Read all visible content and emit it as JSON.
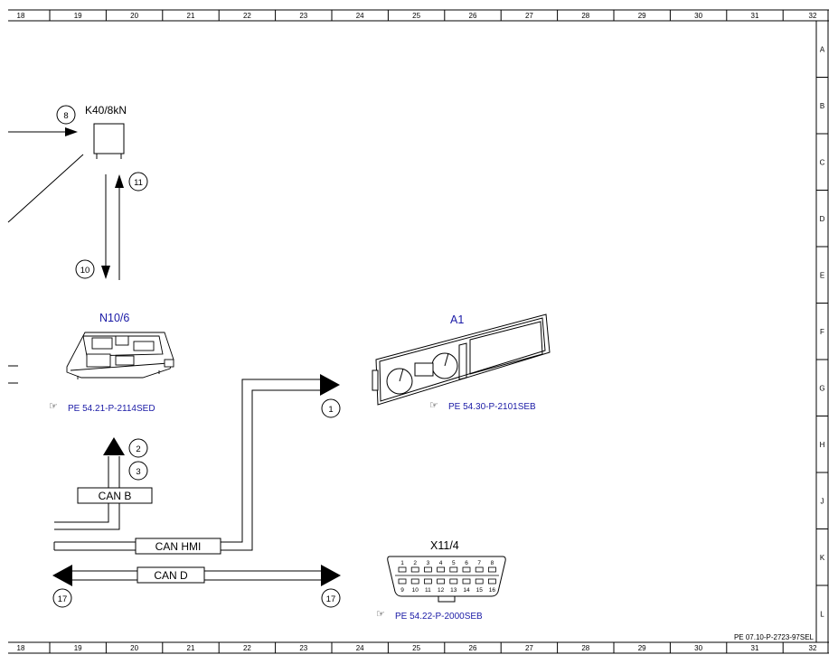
{
  "grid": {
    "columns": [
      "18",
      "19",
      "20",
      "21",
      "22",
      "23",
      "24",
      "25",
      "26",
      "27",
      "28",
      "29",
      "30",
      "31",
      "32"
    ],
    "rows": [
      "A",
      "B",
      "C",
      "D",
      "E",
      "F",
      "G",
      "H",
      "J",
      "K",
      "L"
    ]
  },
  "components": {
    "k40": {
      "label": "K40/8kN"
    },
    "n10": {
      "label": "N10/6",
      "ref": "PE 54.21-P-2114SED"
    },
    "a1": {
      "label": "A1",
      "ref": "PE 54.30-P-2101SEB"
    },
    "x11": {
      "label": "X11/4",
      "ref": "PE 54.22-P-2000SEB",
      "pins_top": [
        "1",
        "2",
        "3",
        "4",
        "5",
        "6",
        "7",
        "8"
      ],
      "pins_bottom": [
        "9",
        "10",
        "11",
        "12",
        "13",
        "14",
        "15",
        "16"
      ]
    }
  },
  "buses": {
    "can_b": "CAN B",
    "can_hmi": "CAN HMI",
    "can_d": "CAN D"
  },
  "callouts": {
    "c8": "8",
    "c11": "11",
    "c10": "10",
    "c1": "1",
    "c2": "2",
    "c3": "3",
    "c17_left": "17",
    "c17_right": "17"
  },
  "ref_icon": "pointing-hand-icon",
  "footer": {
    "document_id": "PE 07.10-P-2723-97SEL"
  },
  "colors": {
    "label_blue": "#1a1aa6",
    "line": "#000000"
  }
}
